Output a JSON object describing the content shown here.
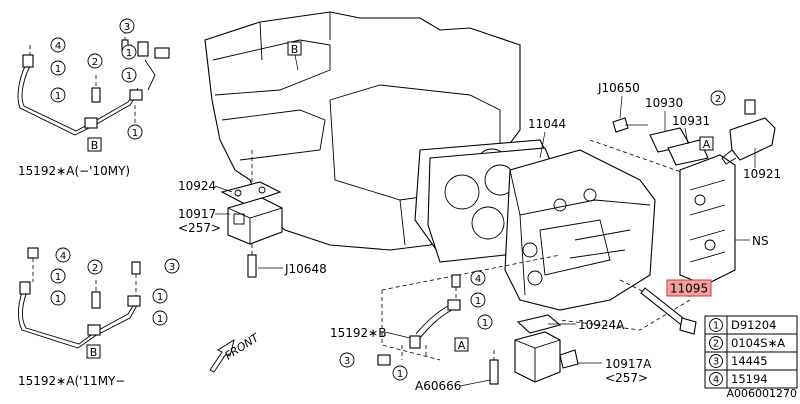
{
  "labels": {
    "p_15192a_old": "15192∗A(−'10MY)",
    "p_15192a_new": "15192∗A('11MY−",
    "p_10924": "10924",
    "p_10917": "10917",
    "p_10917_sub": "<257>",
    "p_j10648": "J10648",
    "p_11044": "11044",
    "p_j10650": "J10650",
    "p_10930": "10930",
    "p_10931": "10931",
    "p_10921": "10921",
    "p_ns": "NS",
    "p_11095": "11095",
    "p_15192b": "15192∗B",
    "p_10924a": "10924A",
    "p_10917a": "10917A",
    "p_10917a_sub": "<257>",
    "p_a60666": "A60666",
    "front": "FRONT",
    "ref_a": "A",
    "ref_b": "B",
    "diagram_id": "A006001270"
  },
  "callouts": {
    "one": "1",
    "two": "2",
    "three": "3",
    "four": "4"
  },
  "legend": [
    {
      "num": "1",
      "part": "D91204"
    },
    {
      "num": "2",
      "part": "0104S∗A"
    },
    {
      "num": "3",
      "part": "14445"
    },
    {
      "num": "4",
      "part": "15194"
    }
  ],
  "colors": {
    "highlight_fill": "#f4a0a0",
    "highlight_stroke": "#d23c3c",
    "ink": "#000000"
  }
}
